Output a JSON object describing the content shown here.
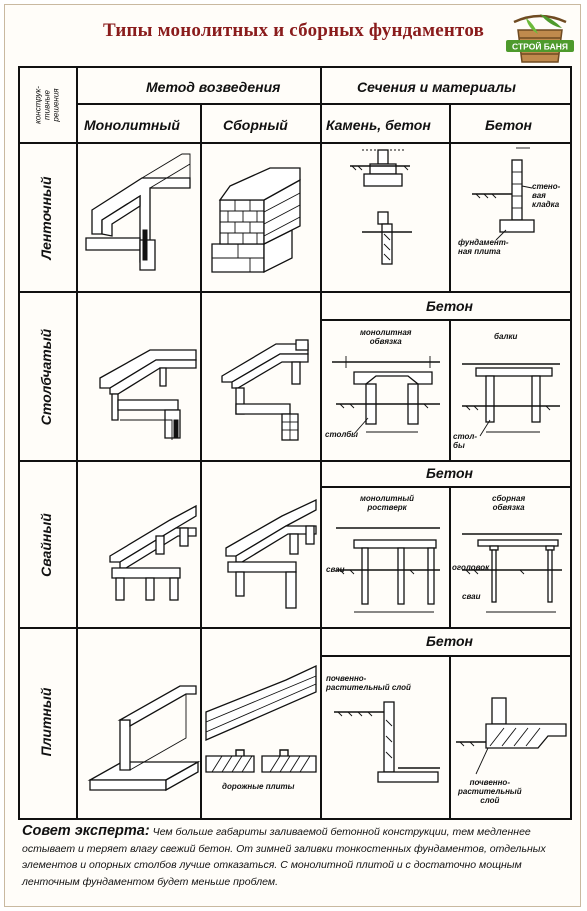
{
  "title": "Типы монолитных и сборных фундаментов",
  "logo_text": "СТРОЙ БАНЯ",
  "header": {
    "construct": "конструк-\nтивные\nрешения",
    "method": "Метод возведения",
    "sections": "Сечения и материалы",
    "monolithic": "Монолитный",
    "prefab": "Сборный",
    "stone_concrete": "Камень, бетон",
    "concrete": "Бетон"
  },
  "rows": [
    {
      "label": "Ленточный"
    },
    {
      "label": "Столбчатый",
      "material": "Бетон"
    },
    {
      "label": "Свайный",
      "material": "Бетон"
    },
    {
      "label": "Плитный",
      "material": "Бетон"
    }
  ],
  "annotations": {
    "wall": "стено-\nвая\nкладка",
    "slab": "фундамент-\nная плита",
    "monolithic_strap": "монолитная\nобвязка",
    "beams": "балки",
    "pillars1": "столбы",
    "pillars2": "стол-\nбы",
    "monolithic_grillage": "монолитный\nростверк",
    "prefab_strap": "сборная\nобвязка",
    "piles1": "сваи",
    "head": "оголовок",
    "piles2": "сваи",
    "soil1": "почвенно-\nрастительный слой",
    "road_slabs": "дорожные плиты",
    "soil2": "почвенно-\nрастительный\nслой"
  },
  "tip": {
    "lead": "Совет эксперта:",
    "text": "Чем больше габариты заливаемой бетонной конструкции, тем медленнее остывает и теряет влагу свежий бетон. От зимней заливки тонкостенных фундаментов, отдельных элементов и опорных столбов лучше отказаться. С монолитной плитой и с достаточно мощным ленточным фундаментом будет меньше проблем."
  },
  "colors": {
    "title": "#8a1c1c",
    "logo_green": "#4e9a2c",
    "logo_wood": "#a0703a"
  }
}
